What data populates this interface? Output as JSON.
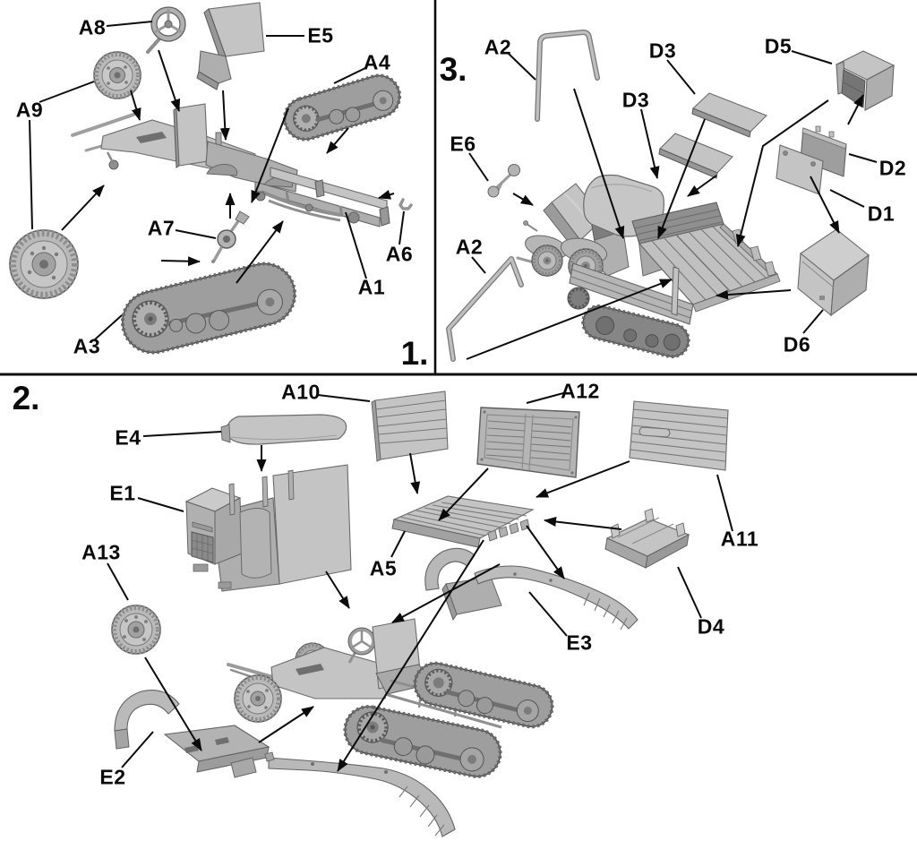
{
  "sheet": {
    "description": "Exploded-view assembly diagram, three numbered steps, half-track truck model kit",
    "background": "#ffffff",
    "ink": "#0a0a0a",
    "divider_color": "#0d0d0d",
    "part_grey_light": "#c6c6c6",
    "part_grey": "#b5b5b5",
    "part_grey_dark": "#8f8f8f"
  },
  "steps": {
    "one": {
      "number": "1.",
      "labels": {
        "a8": "A8",
        "e5": "E5",
        "a4": "A4",
        "a9": "A9",
        "a7": "A7",
        "a6": "A6",
        "a1": "A1",
        "a3": "A3"
      }
    },
    "two": {
      "number": "2.",
      "labels": {
        "a10": "A10",
        "a12": "A12",
        "e4": "E4",
        "e1": "E1",
        "a13": "A13",
        "a5": "A5",
        "a11": "A11",
        "d4": "D4",
        "e3": "E3",
        "e2": "E2"
      }
    },
    "three": {
      "number": "3.",
      "labels": {
        "a2_top": "A2",
        "d3_top": "D3",
        "d5": "D5",
        "d3_lower": "D3",
        "e6": "E6",
        "d2": "D2",
        "d1": "D1",
        "a2_bottom": "A2",
        "d6": "D6"
      }
    }
  }
}
